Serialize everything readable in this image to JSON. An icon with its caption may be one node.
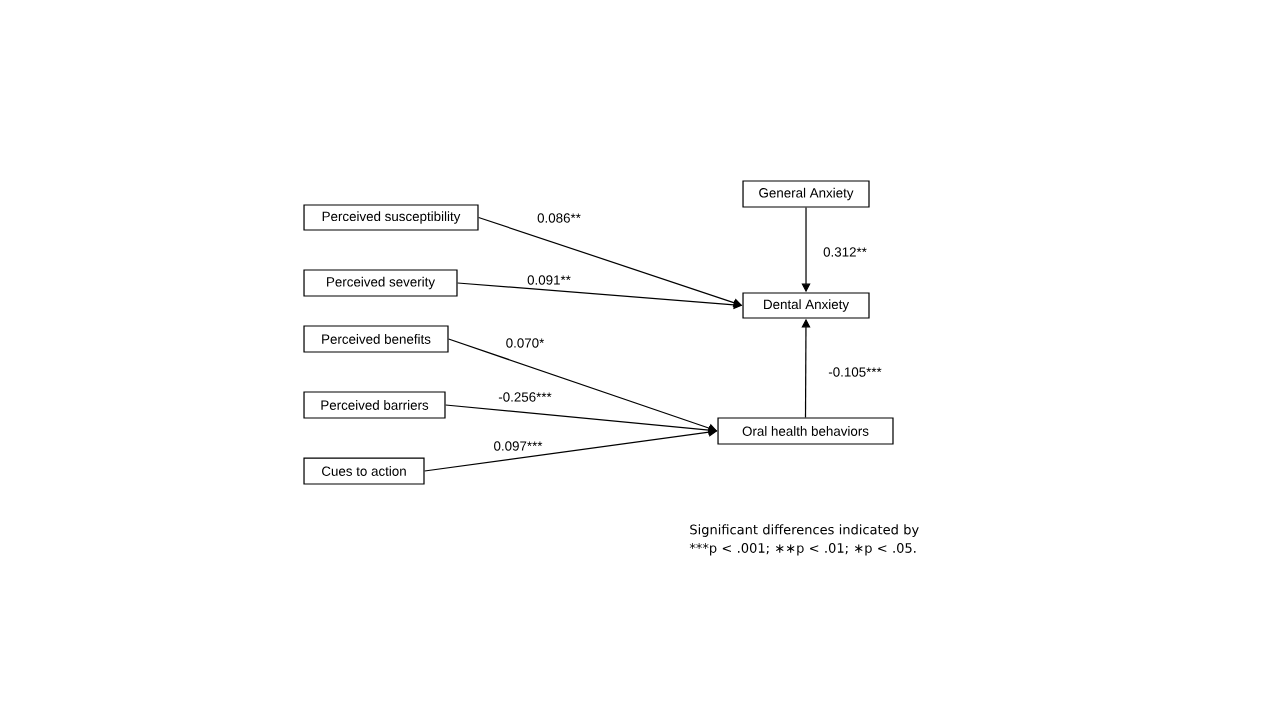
{
  "diagram": {
    "nodes": [
      {
        "text": [
          "Perceived susceptibility"
        ]
      },
      {
        "text": [
          "Perceived severity"
        ]
      },
      {
        "text": [
          "Perceived benefits"
        ]
      },
      {
        "text": [
          "Perceived barriers"
        ]
      },
      {
        "text": [
          "Cues to action"
        ]
      },
      {
        "text": [
          "General Anxiety"
        ]
      },
      {
        "text": [
          "Dental Anxiety"
        ]
      },
      {
        "text": [
          "Oral health behaviors"
        ]
      }
    ],
    "edges": [
      {
        "from": 0,
        "to": 6,
        "arrow": "to",
        "label": "0.086**"
      },
      {
        "from": 1,
        "to": 6,
        "arrow": "to",
        "label": "0.091**"
      },
      {
        "from": 5,
        "to": 6,
        "arrow": "to",
        "label": "0.312**"
      },
      {
        "from": 7,
        "to": 6,
        "arrow": "to",
        "label": "-0.105***"
      },
      {
        "from": 2,
        "to": 7,
        "arrow": "to",
        "label": "0.070*"
      },
      {
        "from": 3,
        "to": 7,
        "arrow": "to",
        "label": "-0.256***"
      },
      {
        "from": 4,
        "to": 7,
        "arrow": "to",
        "label": "0.097***"
      }
    ],
    "labels": [
      "Significant differences indicated by ***p < .001; ∗∗p < .01; ∗p < .05."
    ]
  }
}
